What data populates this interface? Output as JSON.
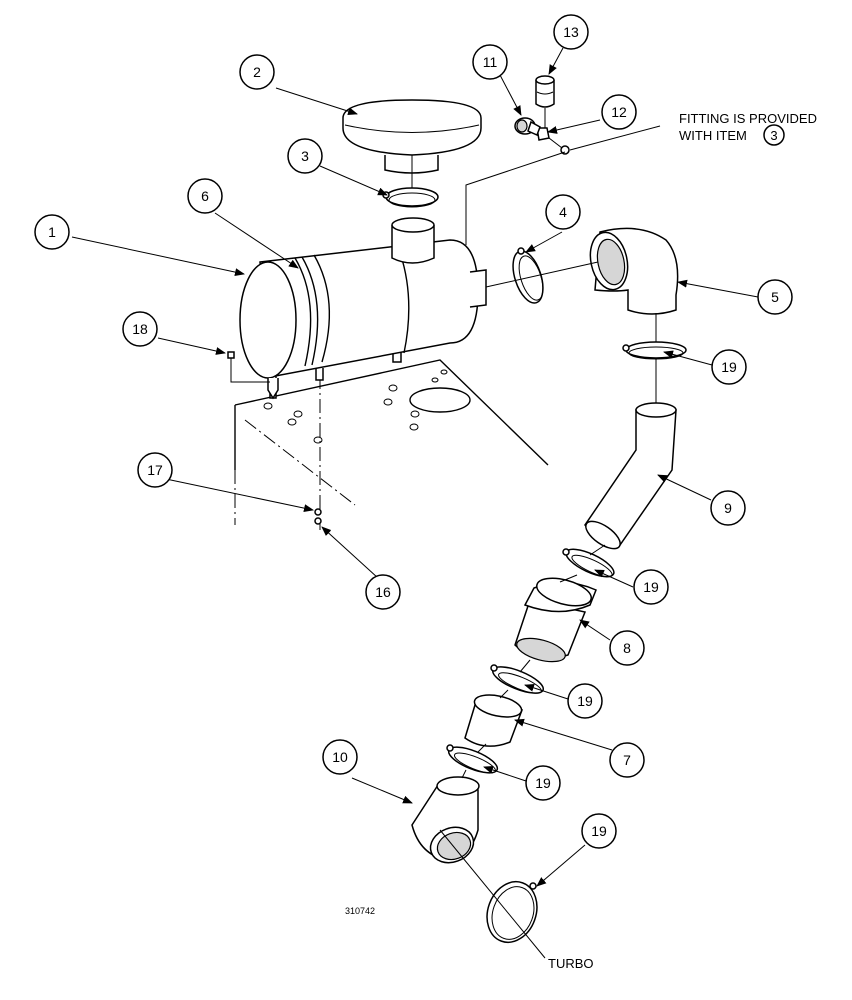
{
  "callouts": {
    "c1": "1",
    "c2": "2",
    "c3": "3",
    "c4": "4",
    "c5": "5",
    "c6": "6",
    "c7": "7",
    "c8": "8",
    "c9": "9",
    "c10": "10",
    "c11": "11",
    "c12": "12",
    "c13": "13",
    "c16": "16",
    "c17": "17",
    "c18": "18",
    "c19a": "19",
    "c19b": "19",
    "c19c": "19",
    "c19d": "19",
    "c19e": "19"
  },
  "note": {
    "line1": "FITTING IS PROVIDED",
    "line2": "WITH ITEM",
    "item_ref": "3"
  },
  "labels": {
    "turbo": "TURBO",
    "drawing_number": "310742"
  }
}
